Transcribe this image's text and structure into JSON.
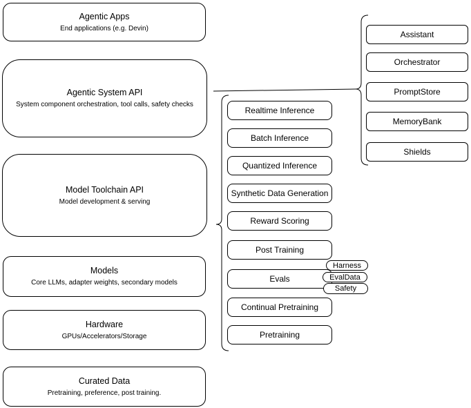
{
  "diagram": {
    "left_stack": [
      {
        "title": "Agentic Apps",
        "subtitle": "End applications (e.g. Devin)"
      },
      {
        "title": "Agentic System API",
        "subtitle": "System component orchestration, tool calls, safety checks"
      },
      {
        "title": "Model Toolchain API",
        "subtitle": "Model development & serving"
      },
      {
        "title": "Models",
        "subtitle": "Core LLMs, adapter weights, secondary models"
      },
      {
        "title": "Hardware",
        "subtitle": "GPUs/Accelerators/Storage"
      },
      {
        "title": "Curated Data",
        "subtitle": "Pretraining, preference, post training."
      }
    ],
    "toolchain_services": [
      "Realtime Inference",
      "Batch Inference",
      "Quantized Inference",
      "Synthetic Data Generation",
      "Reward Scoring",
      "Post Training",
      "Evals",
      "Continual Pretraining",
      "Pretraining"
    ],
    "eval_tags": [
      "Harness",
      "EvalData",
      "Safety"
    ],
    "system_components": [
      "Assistant",
      "Orchestrator",
      "PromptStore",
      "MemoryBank",
      "Shields"
    ],
    "colors": {
      "stroke": "#000000",
      "fill": "#ffffff"
    }
  }
}
